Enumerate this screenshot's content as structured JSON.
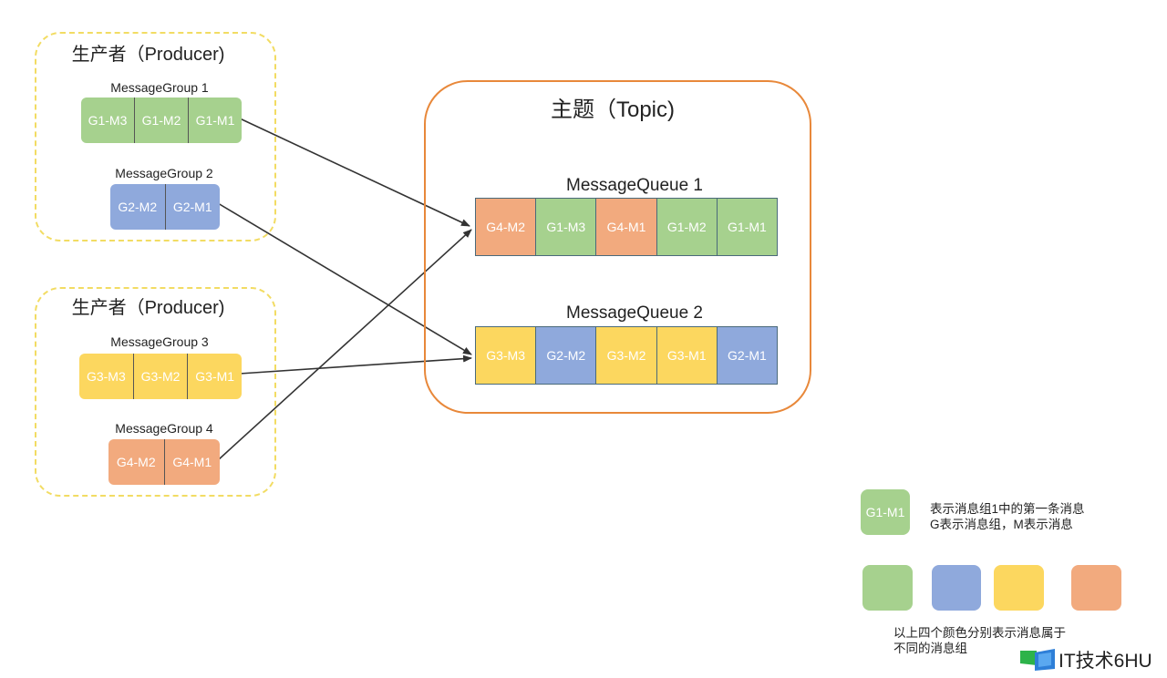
{
  "colors": {
    "green": "#a6d18e",
    "blue": "#8fa9dc",
    "yellow": "#fcd75f",
    "orange": "#f2aa7e",
    "producer_border": "#f2dc63",
    "topic_border": "#e8883a"
  },
  "producers": [
    {
      "title": "生产者（Producer)",
      "groups": [
        {
          "label": "MessageGroup 1",
          "color": "green",
          "messages": [
            "G1-M3",
            "G1-M2",
            "G1-M1"
          ]
        },
        {
          "label": "MessageGroup 2",
          "color": "blue",
          "messages": [
            "G2-M2",
            "G2-M1"
          ]
        }
      ]
    },
    {
      "title": "生产者（Producer)",
      "groups": [
        {
          "label": "MessageGroup 3",
          "color": "yellow",
          "messages": [
            "G3-M3",
            "G3-M2",
            "G3-M1"
          ]
        },
        {
          "label": "MessageGroup 4",
          "color": "orange",
          "messages": [
            "G4-M2",
            "G4-M1"
          ]
        }
      ]
    }
  ],
  "topic": {
    "title": "主题（Topic)",
    "queues": [
      {
        "label": "MessageQueue 1",
        "cells": [
          {
            "text": "G4-M2",
            "color": "orange"
          },
          {
            "text": "G1-M3",
            "color": "green"
          },
          {
            "text": "G4-M1",
            "color": "orange"
          },
          {
            "text": "G1-M2",
            "color": "green"
          },
          {
            "text": "G1-M1",
            "color": "green"
          }
        ]
      },
      {
        "label": "MessageQueue 2",
        "cells": [
          {
            "text": "G3-M3",
            "color": "yellow"
          },
          {
            "text": "G2-M2",
            "color": "blue"
          },
          {
            "text": "G3-M2",
            "color": "yellow"
          },
          {
            "text": "G3-M1",
            "color": "yellow"
          },
          {
            "text": "G2-M1",
            "color": "blue"
          }
        ]
      }
    ]
  },
  "arrows": [
    {
      "from": "MessageGroup 1",
      "to": "MessageQueue 1"
    },
    {
      "from": "MessageGroup 2",
      "to": "MessageQueue 2"
    },
    {
      "from": "MessageGroup 3",
      "to": "MessageQueue 2"
    },
    {
      "from": "MessageGroup 4",
      "to": "MessageQueue 1"
    }
  ],
  "legend": {
    "sample": {
      "text": "G1-M1",
      "color": "green"
    },
    "sample_desc_line1": "表示消息组1中的第一条消息",
    "sample_desc_line2": "G表示消息组，M表示消息",
    "swatches": [
      "green",
      "blue",
      "yellow",
      "orange"
    ],
    "swatch_desc_line1": "以上四个颜色分别表示消息属于",
    "swatch_desc_line2": "不同的消息组"
  },
  "watermark": {
    "text": "IT技术6HU"
  }
}
